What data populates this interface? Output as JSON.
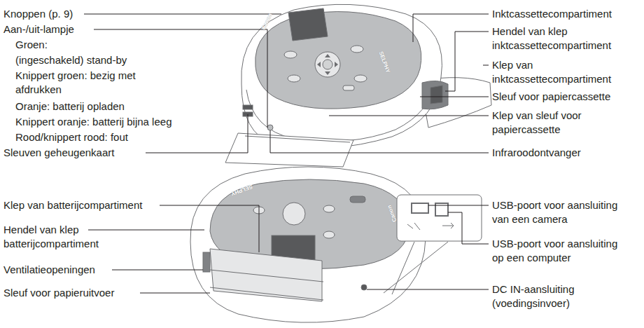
{
  "diagram": {
    "labels": [
      "Knoppen (p. 9)",
      "Aan-/uit-lampje",
      "Groen:",
      "(ingeschakeld) stand-by",
      "Knippert groen: bezig met afdrukken",
      "Oranje: batterij opladen",
      "Knippert oranje: batterij bijna leeg",
      "Rood/knippert rood: fout",
      "Sleuven geheugenkaart",
      "Inktcassettecompartiment",
      "Hendel van klep inktcassettecompartiment",
      "Klep van inktcassettecompartiment",
      "Sleuf voor papiercassette",
      "Klep van sleuf voor papiercassette",
      "Infraroodontvanger",
      "Klep van batterijcompartiment",
      "Hendel van klep batterijcompartiment",
      "Ventilatieopeningen",
      "Sleuf voor papieruitvoer",
      "USB-poort voor aansluiting van een camera",
      "USB-poort voor aansluiting op een computer",
      "DC IN-aansluiting (voedingsinvoer)",
      "Canon",
      "SELPHY",
      "SELPHY",
      "Canon"
    ]
  }
}
